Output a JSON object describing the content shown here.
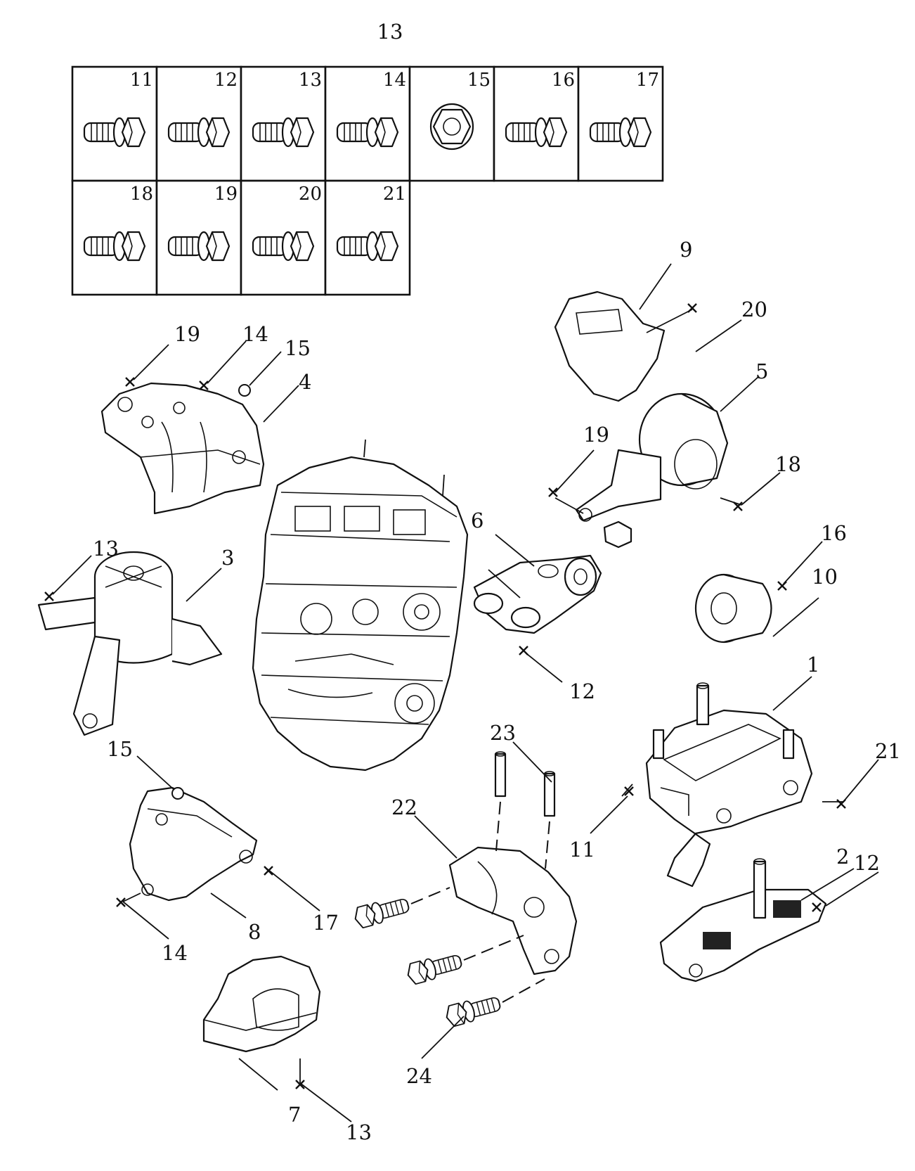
{
  "header": {
    "title": "13"
  },
  "bolt_grid": {
    "row1": [
      "11",
      "12",
      "13",
      "14",
      "15",
      "16",
      "17"
    ],
    "row2": [
      "18",
      "19",
      "20",
      "21"
    ]
  },
  "callouts": {
    "p1": "1",
    "p2": "2",
    "p3": "3",
    "p4": "4",
    "p5": "5",
    "p6": "6",
    "p7": "7",
    "p8": "8",
    "p9": "9",
    "p10": "10",
    "p11": "11",
    "p12a": "12",
    "p12b": "12",
    "p13a": "13",
    "p13b": "13",
    "p14a": "14",
    "p14b": "14",
    "p15a": "15",
    "p15b": "15",
    "p16": "16",
    "p17": "17",
    "p18": "18",
    "p19a": "19",
    "p19b": "19",
    "p20": "20",
    "p21": "21",
    "p22": "22",
    "p23": "23",
    "p24": "24"
  }
}
